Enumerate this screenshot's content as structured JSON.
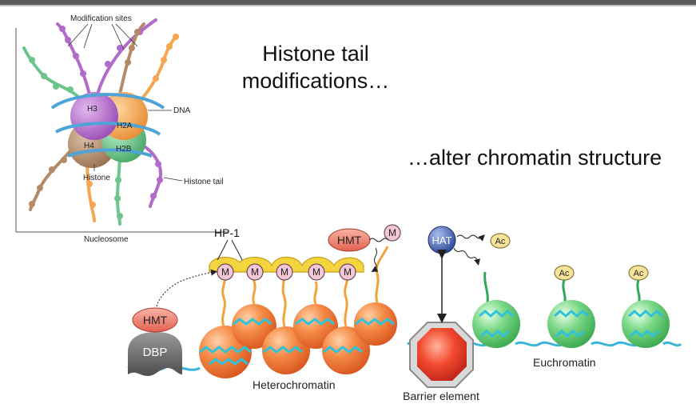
{
  "slide": {
    "title_line1": "Histone tail",
    "title_line2": "modifications…",
    "subtitle": "…alter chromatin structure"
  },
  "nucleosome": {
    "modification_sites": "Modification sites",
    "h3": "H3",
    "h2a": "H2A",
    "h4": "H4",
    "h2b": "H2B",
    "dna": "DNA",
    "histone": "Histone",
    "histone_tail": "Histone tail",
    "nucleosome": "Nucleosome"
  },
  "chromatin": {
    "hp1": "HP-1",
    "m": "M",
    "hmt": "HMT",
    "hat": "HAT",
    "ac": "Ac",
    "dbp": "DBP",
    "heterochromatin": "Heterochromatin",
    "barrier_element": "Barrier element",
    "euchromatin": "Euchromatin"
  },
  "colors": {
    "h3": "#b36bc9",
    "h2a": "#f4a652",
    "h4": "#b58a66",
    "h2b": "#6cc58a",
    "dna": "#4fa3d6",
    "hetero_bead": "#f07a3c",
    "eu_bead": "#6fcf7c",
    "hp1": "#f2d23b",
    "m_circle": "#f2c6d6",
    "hmt": "#f07d6e",
    "hat": "#3f5fb0",
    "ac": "#f7e29a",
    "barrier": "#e23b2a"
  }
}
